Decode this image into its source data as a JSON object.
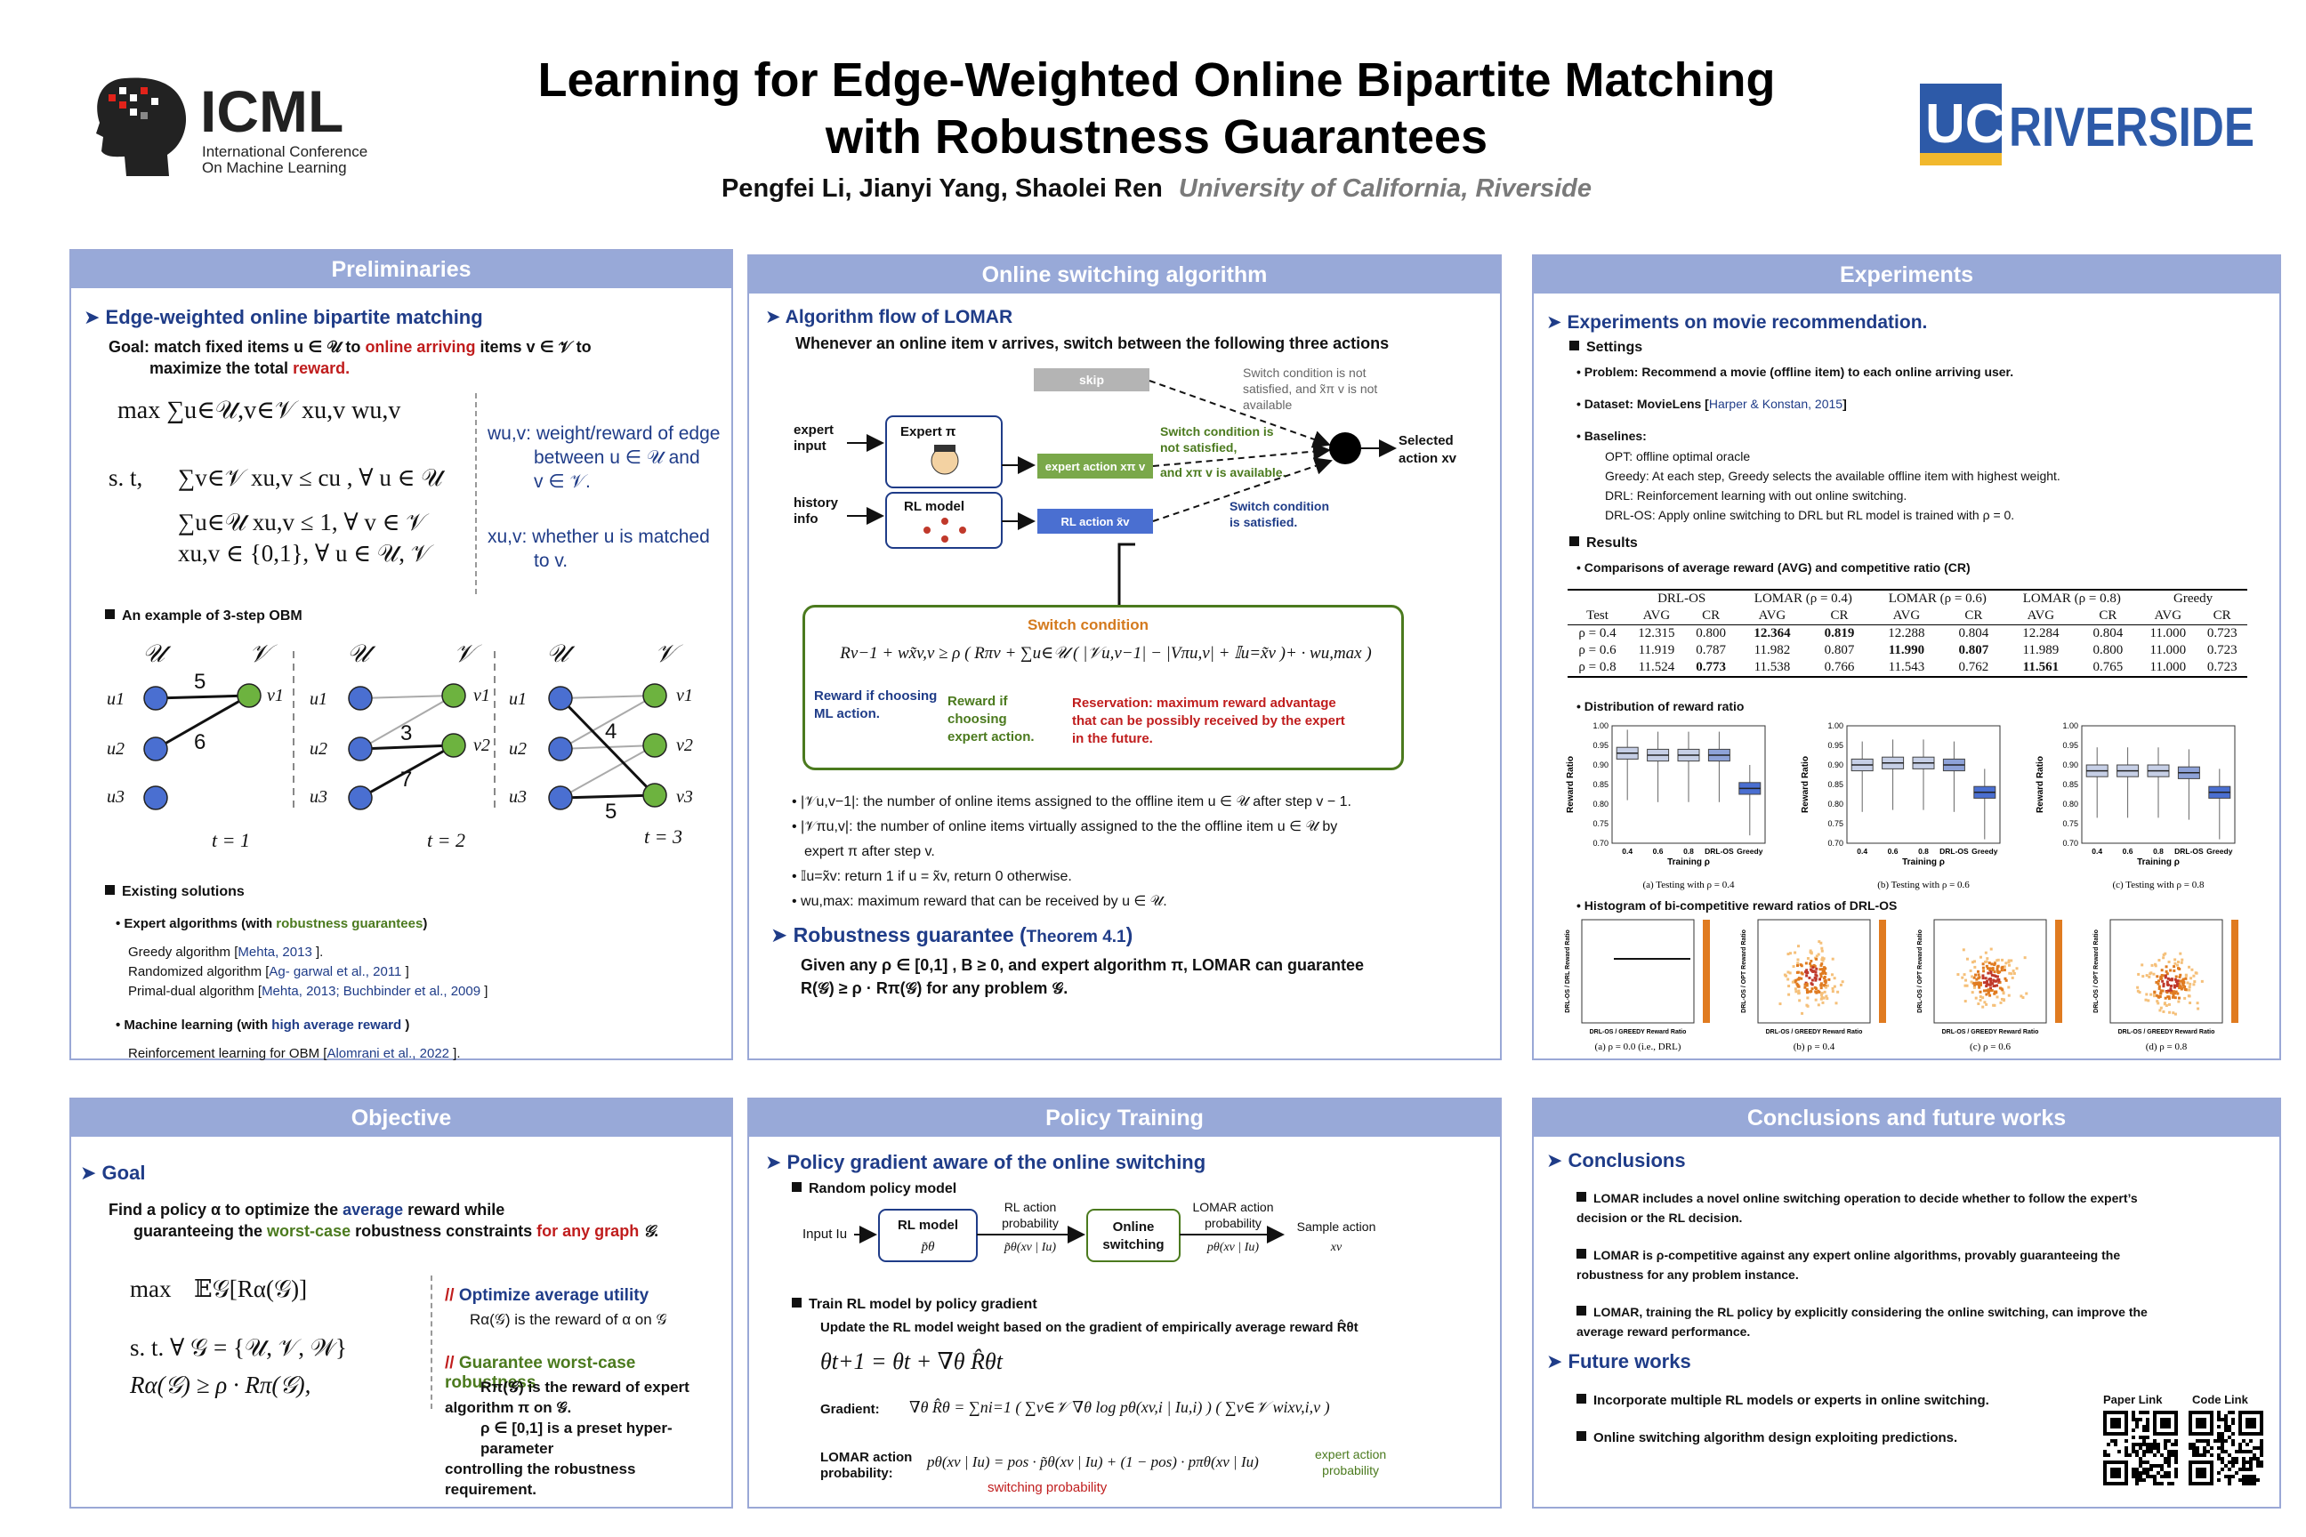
{
  "header": {
    "title_line1": "Learning for Edge-Weighted Online Bipartite Matching",
    "title_line2": "with Robustness Guarantees",
    "authors": "Pengfei Li, Jianyi Yang, Shaolei Ren",
    "affiliation": "University of California, Riverside",
    "icml_logo_text": "ICML",
    "icml_logo_sub1": "International Conference",
    "icml_logo_sub2": "On Machine Learning",
    "ucr_logo_text1": "UC",
    "ucr_logo_text2": "RIVERSIDE",
    "colors": {
      "panel_head": "#98a9d8",
      "accent_blue": "#1f3c88",
      "accent_red": "#c01d1d",
      "accent_green": "#4b7a1e",
      "ucr_blue": "#2d5aa8",
      "ucr_gold": "#f1b82d"
    }
  },
  "preliminaries": {
    "heading": "Preliminaries",
    "sub1": "Edge-weighted online bipartite matching",
    "goal_label": "Goal:",
    "goal_text1": "match fixed items u ∈ 𝒰 to",
    "goal_online": "online arriving",
    "goal_text2": "items v ∈ 𝒱 to",
    "goal_text3": "maximize the total",
    "goal_reward": "reward.",
    "obj": "max ∑u∈𝒰,v∈𝒱 xu,v wu,v",
    "st_label": "s. t,",
    "c1": "∑v∈𝒱 xu,v ≤ cu , ∀ u ∈ 𝒰",
    "c2": "∑u∈𝒰 xu,v ≤ 1, ∀ v ∈ 𝒱",
    "c3": "xu,v ∈ {0,1}, ∀ u ∈ 𝒰, 𝒱",
    "w_def1": "wu,v: weight/reward of edge",
    "w_def2": "between u ∈ 𝒰 and",
    "w_def3": "v ∈ 𝒱.",
    "x_def1": "xu,v: whether u is matched",
    "x_def2": "to v.",
    "example_title": "An example of 3-step OBM",
    "set_u": "𝒰",
    "set_v": "𝒱",
    "u1": "u1",
    "u2": "u2",
    "u3": "u3",
    "v1": "v1",
    "v2": "v2",
    "v3": "v3",
    "w5": "5",
    "w6": "6",
    "w3": "3",
    "w7": "7",
    "w4": "4",
    "w5b": "5",
    "t1": "t = 1",
    "t2": "t = 2",
    "t3": "t = 3",
    "existing": "Existing solutions",
    "expert_title": "Expert algorithms (with",
    "expert_robust": "robustness guarantees",
    "expert_close": ")",
    "greedy": "Greedy algorithm [",
    "greedy_ref": "Mehta, 2013",
    "greedy_end": " ].",
    "random": "Randomized algorithm [",
    "random_ref": "Ag- garwal et al., 2011",
    "random_end": " ]",
    "primal": "Primal-dual algorithm [",
    "primal_ref": "Mehta, 2013; Buchbinder et al., 2009",
    "primal_end": " ]",
    "ml_title": "Machine learning (with",
    "ml_high": "high average reward",
    "ml_close": " )",
    "rl": "Reinforcement learning for OBM [",
    "rl_ref": "Alomrani et al., 2022",
    "rl_end": " ]."
  },
  "online": {
    "heading": "Online switching algorithm",
    "sub1": "Algorithm flow of LOMAR",
    "flow_desc": "Whenever an online item v arrives, switch between the following three actions",
    "skip": "skip",
    "skip_cond1": "Switch condition is not",
    "skip_cond2": "satisfied, and x̃π v is not",
    "skip_cond3": "available",
    "expert_input1": "expert",
    "expert_input2": "input",
    "expert_box": "Expert π",
    "expert_action": "expert action xπ v",
    "expert_cond1": "Switch condition is",
    "expert_cond2": "not satisfied,",
    "expert_cond3": "and xπ v is available.",
    "history1": "history",
    "history2": "info",
    "rl_box": "RL model",
    "rl_action": "RL action x̃v",
    "rl_cond1": "Switch condition",
    "rl_cond2": "is satisfied.",
    "selected1": "Selected",
    "selected2": "action xv",
    "switch_title": "Switch condition",
    "switch_formula": "Rv−1 + wx̃v,v ≥ ρ ( Rπv + ∑u∈𝒰 ( |𝒱u,v−1| − |Vπu,v| + 𝕀u=x̃v )+ · wu,max )",
    "reward_ml1": "Reward if choosing",
    "reward_ml2": "ML action.",
    "reward_ex1": "Reward if",
    "reward_ex2": "choosing",
    "reward_ex3": "expert action.",
    "reserv1": "Reservation: maximum reward advantage",
    "reserv2": "that can be possibly received by the expert",
    "reserv3": "in the future.",
    "bullet1": "|𝒱u,v−1|: the number of online items assigned to the offline item u ∈ 𝒰 after step v − 1.",
    "bullet2a": "|𝒱πu,v|: the number of online items virtually assigned to the the offline item u ∈ 𝒰 by",
    "bullet2b": "expert π after step v.",
    "bullet3": "𝕀u=x̃v: return 1 if u = x̃v, return 0 otherwise.",
    "bullet4": "wu,max: maximum reward that can be received by u ∈ 𝒰.",
    "robust_title": "Robustness guarantee (",
    "robust_theorem": "Theorem 4.1",
    "robust_close": ")",
    "robust1": "Given any ρ ∈ [0,1] , B ≥ 0, and expert algorithm π,  LOMAR can guarantee",
    "robust2": "R(𝒢) ≥ ρ · Rπ(𝒢) for any problem 𝒢."
  },
  "experiments": {
    "heading": "Experiments",
    "sub1": "Experiments on movie recommendation.",
    "settings": "Settings",
    "problem": "Problem: Recommend a movie (offline item) to each online arriving user.",
    "dataset": "Dataset: MovieLens [",
    "dataset_ref": "Harper & Konstan, 2015",
    "dataset_end": "]",
    "baselines": "Baselines:",
    "opt": "OPT: offline optimal oracle",
    "greedy": "Greedy:  At each step, Greedy selects the available offline item with highest weight.",
    "drl": "DRL: Reinforcement learning with out online switching.",
    "drlos": "DRL-OS: Apply online switching to DRL but RL model is trained with ρ = 0.",
    "results": "Results",
    "cmp_title": "Comparisons of average reward (AVG) and competitive ratio (CR)",
    "table": {
      "groups": [
        "DRL-OS",
        "LOMAR (ρ = 0.4)",
        "LOMAR (ρ = 0.6)",
        "LOMAR (ρ = 0.8)",
        "Greedy"
      ],
      "sub": [
        "Test",
        "AVG",
        "CR",
        "AVG",
        "CR",
        "AVG",
        "CR",
        "AVG",
        "CR",
        "AVG",
        "CR"
      ],
      "rows": [
        [
          "ρ = 0.4",
          "12.315",
          "0.800",
          "12.364",
          "0.819",
          "12.288",
          "0.804",
          "12.284",
          "0.804",
          "11.000",
          "0.723"
        ],
        [
          "ρ = 0.6",
          "11.919",
          "0.787",
          "11.982",
          "0.807",
          "11.990",
          "0.807",
          "11.989",
          "0.800",
          "11.000",
          "0.723"
        ],
        [
          "ρ = 0.8",
          "11.524",
          "0.773",
          "11.538",
          "0.766",
          "11.543",
          "0.762",
          "11.561",
          "0.765",
          "11.000",
          "0.723"
        ]
      ]
    },
    "dist_title": "Distribution of reward ratio",
    "box_ylabel": "Reward Ratio",
    "box_xlabel": "Training ρ",
    "box_cats": [
      "0.4",
      "0.6",
      "0.8",
      "DRL-OS",
      "Greedy"
    ],
    "box_yticks": [
      "1.00",
      "0.95",
      "0.90",
      "0.85",
      "0.80",
      "0.75",
      "0.70"
    ],
    "box_captions": [
      "(a) Testing with ρ = 0.4",
      "(b) Testing with ρ = 0.6",
      "(c) Testing with ρ = 0.8"
    ],
    "hist_title": "Histogram of bi-competitive reward ratios of DRL-OS",
    "hist_ylabel": "DRL-OS / DRL Reward Ratio",
    "hist_ylabel2": "DRL-OS / OPT Reward Ratio",
    "hist_xlabel": "DRL-OS / GREEDY Reward Ratio",
    "hist_captions": [
      "(a) ρ = 0.0 (i.e., DRL)",
      "(b) ρ = 0.4",
      "(c) ρ = 0.6",
      "(d) ρ = 0.8"
    ]
  },
  "objective": {
    "heading": "Objective",
    "goal": "Goal",
    "line1a": "Find a policy α to optimize the",
    "line1b": "average",
    "line1c": "reward while",
    "line2a": "guaranteeing the",
    "line2b": "worst-case",
    "line2c": "robustness constraints",
    "line2d": "for any graph",
    "line2e": "𝒢.",
    "max": "max",
    "expect": "𝔼𝒢[Rα(𝒢)]",
    "st": "s. t. ∀ 𝒢 = {𝒰, 𝒱, 𝒲}",
    "con": "Rα(𝒢) ≥ ρ · Rπ(𝒢),",
    "opt_avg": "Optimize average utility",
    "opt_avg_desc": "Rα(𝒢) is the reward of α on 𝒢",
    "guar": "Guarantee worst-case robustness",
    "guar1": "Rπ(𝒢) is the reward of expert",
    "guar2": "algorithm π on 𝒢.",
    "guar3": "ρ ∈ [0,1] is a preset hyper-parameter",
    "guar4": "controlling the robustness requirement."
  },
  "policy": {
    "heading": "Policy Training",
    "sub1": "Policy gradient aware of the online switching",
    "random_title": "Random policy model",
    "input": "Input Iu",
    "rl_model": "RL model",
    "p_theta": "p̃θ",
    "rl_action_prob1": "RL action",
    "rl_action_prob2": "probability",
    "rl_action_prob3": "p̃θ(xv | Iu)",
    "online1": "Online",
    "online2": "switching",
    "lomar_prob1": "LOMAR action",
    "lomar_prob2": "probability",
    "lomar_prob3": "pθ(xv | Iu)",
    "sample1": "Sample action",
    "sample2": "xv",
    "train_title": "Train RL model by policy gradient",
    "train_desc": "Update the RL model weight based on the gradient of empirically average reward R̂θt",
    "update": "θt+1 = θt + ∇θ R̂θt",
    "grad_label": "Gradient:",
    "grad": "∇θ R̂θ = ∑ni=1 ( ∑v∈𝒱 ∇θ log pθ(xv,i | Iu,i) ) ( ∑v∈𝒱 wixv,i,v )",
    "lomar_label1": "LOMAR action",
    "lomar_label2": "probability:",
    "lomar_eq": "pθ(xv | Iu) = pos · p̃θ(xv | Iu) + (1 − pos) · pπθ(xv | Iu)",
    "expert_prob1": "expert action",
    "expert_prob2": "probability",
    "switch_prob": "switching probability"
  },
  "conclusions": {
    "heading": "Conclusions and future works",
    "sub1": "Conclusions",
    "c1a": "LOMAR includes a novel online switching operation to decide whether to follow the expert’s",
    "c1b": "decision or the RL decision.",
    "c2a": "LOMAR is ρ-competitive against any expert online algorithms, provably guaranteeing the",
    "c2b": "robustness for any problem instance.",
    "c3a": "LOMAR, training the RL policy by explicitly considering the online switching, can improve the",
    "c3b": "average reward performance.",
    "sub2": "Future works",
    "f1": "Incorporate multiple RL models or experts in online switching.",
    "f2": "Online switching algorithm design exploiting predictions.",
    "paper_link": "Paper Link",
    "code_link": "Code Link"
  }
}
